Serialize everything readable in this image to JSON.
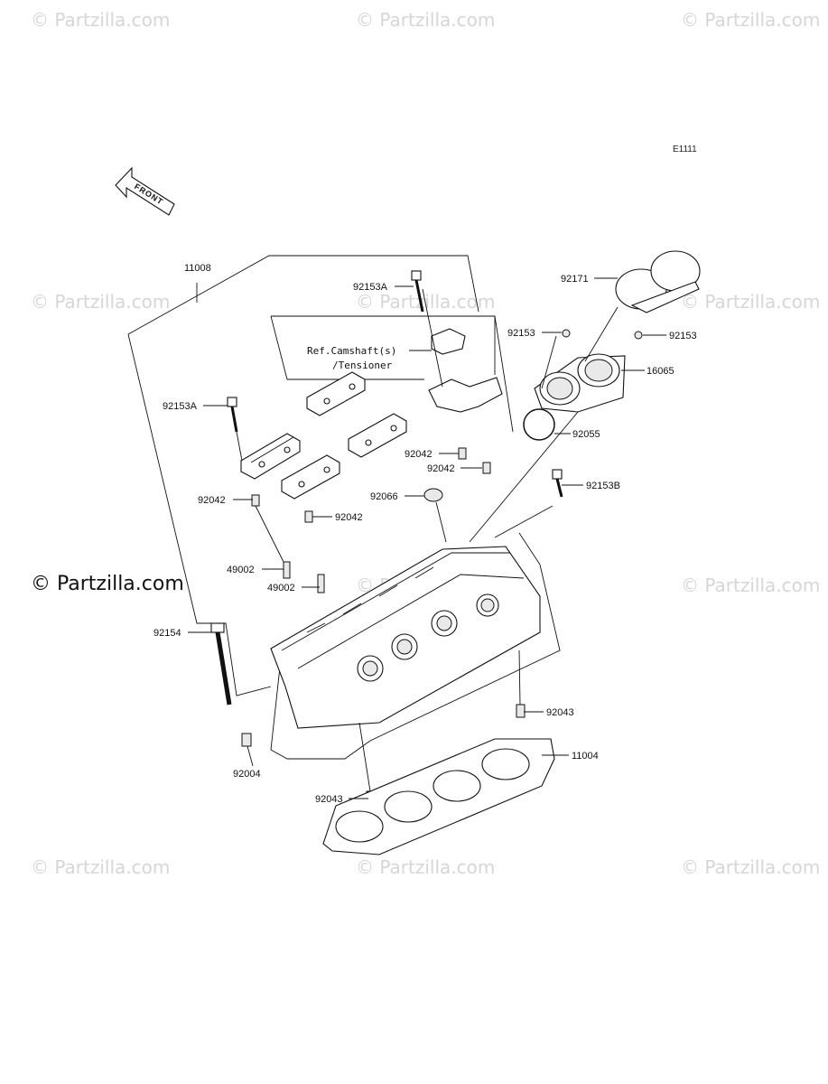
{
  "watermarks": {
    "small_text": "© Partzilla.com",
    "main_text": "© Partzilla.com"
  },
  "diagram_code": "E1111",
  "front_label": "FRONT",
  "reference_note": {
    "line1": "Ref.Camshaft(s)",
    "line2": "/Tensioner"
  },
  "callouts": [
    {
      "id": "11008",
      "text": "11008"
    },
    {
      "id": "92153A-top",
      "text": "92153A"
    },
    {
      "id": "92171",
      "text": "92171"
    },
    {
      "id": "92153-left",
      "text": "92153"
    },
    {
      "id": "92153-right",
      "text": "92153"
    },
    {
      "id": "16065",
      "text": "16065"
    },
    {
      "id": "92153A-left",
      "text": "92153A"
    },
    {
      "id": "92055",
      "text": "92055"
    },
    {
      "id": "92042-a",
      "text": "92042"
    },
    {
      "id": "92042-b",
      "text": "92042"
    },
    {
      "id": "92153B",
      "text": "92153B"
    },
    {
      "id": "92066",
      "text": "92066"
    },
    {
      "id": "92042-c",
      "text": "92042"
    },
    {
      "id": "92042-d",
      "text": "92042"
    },
    {
      "id": "49002-a",
      "text": "49002"
    },
    {
      "id": "49002-b",
      "text": "49002"
    },
    {
      "id": "92154",
      "text": "92154"
    },
    {
      "id": "92043-right",
      "text": "92043"
    },
    {
      "id": "11004",
      "text": "11004"
    },
    {
      "id": "92004",
      "text": "92004"
    },
    {
      "id": "92043-bottom",
      "text": "92043"
    }
  ]
}
